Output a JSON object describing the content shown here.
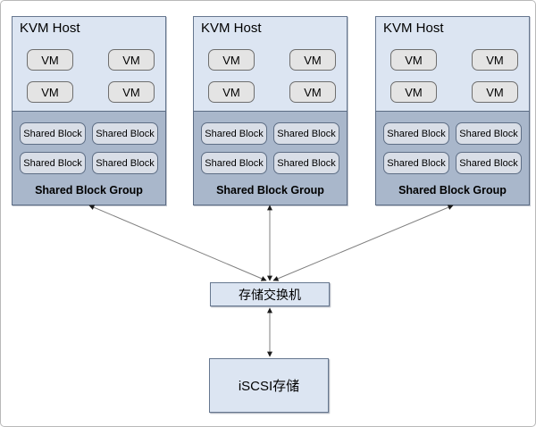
{
  "hosts": [
    {
      "title": "KVM Host",
      "vms": [
        "VM",
        "VM",
        "VM",
        "VM"
      ],
      "shared_blocks": [
        "Shared Block",
        "Shared Block",
        "Shared Block",
        "Shared Block"
      ],
      "group_label": "Shared Block Group"
    },
    {
      "title": "KVM Host",
      "vms": [
        "VM",
        "VM",
        "VM",
        "VM"
      ],
      "shared_blocks": [
        "Shared Block",
        "Shared Block",
        "Shared Block",
        "Shared Block"
      ],
      "group_label": "Shared Block Group"
    },
    {
      "title": "KVM Host",
      "vms": [
        "VM",
        "VM",
        "VM",
        "VM"
      ],
      "shared_blocks": [
        "Shared Block",
        "Shared Block",
        "Shared Block",
        "Shared Block"
      ],
      "group_label": "Shared Block Group"
    }
  ],
  "switch": {
    "label": "存储交换机"
  },
  "storage": {
    "label": "iSCSI存储"
  },
  "colors": {
    "host_fill": "#dce5f2",
    "group_band_fill": "#a9b7cb",
    "vm_fill": "#e4e4e4",
    "shared_block_fill": "#d9dee7",
    "node_fill": "#dce5f2",
    "box_border": "#66778f",
    "arrow_line": "#7f7f7f",
    "arrowhead": "#1a1a1a"
  }
}
